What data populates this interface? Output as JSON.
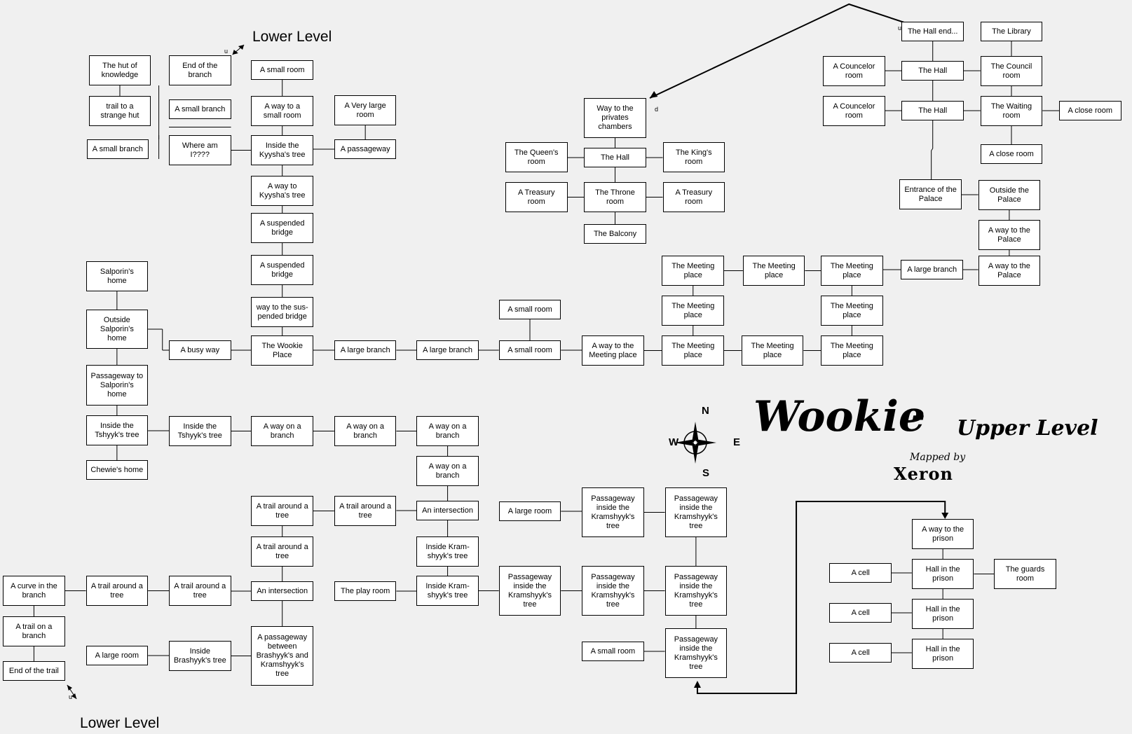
{
  "title": {
    "main": "Wookie",
    "dash": "-",
    "sub": "Upper Level",
    "mapped_by": "Mapped by",
    "author": "Xeron"
  },
  "compass": {
    "n": "N",
    "s": "S",
    "e": "E",
    "w": "W"
  },
  "level_links": {
    "lower_level": "Lower Level",
    "up": "u",
    "down": "d"
  },
  "rooms": {
    "hut_knowledge": "The hut of\nknowledge",
    "end_branch": "End of the\nbranch",
    "small_room_top": "A small room",
    "trail_strange_hut": "trail to a\nstrange hut",
    "small_branch_a": "A small branch",
    "way_small_room": "A way to a\nsmall room",
    "very_large_room": "A Very large\nroom",
    "small_branch_b": "A small branch",
    "where_am_i": "Where am\nI????",
    "inside_kyysha": "Inside the\nKyysha's tree",
    "passageway_top": "A passageway",
    "way_kyysha": "A way to\nKyysha's tree",
    "susp_bridge_1": "A suspended\nbridge",
    "susp_bridge_2": "A suspended\nbridge",
    "way_susp_bridge": "way to the sus-\npended bridge",
    "salporin_home": "Salporin's\nhome",
    "outside_salporin": "Outside\nSalporin's\nhome",
    "busy_way": "A busy way",
    "wookie_place": "The Wookie\nPlace",
    "large_branch_1": "A large branch",
    "large_branch_2": "A large branch",
    "small_room_mid_top": "A small room",
    "small_room_mid": "A small room",
    "way_meeting": "A way to the\nMeeting place",
    "passage_salporin": "Passageway to\nSalporin's\nhome",
    "inside_tshyyk_1": "Inside the\nTshyyk's tree",
    "inside_tshyyk_2": "Inside the\nTshyyk's tree",
    "way_branch_1": "A way on a\nbranch",
    "way_branch_2": "A way on a\nbranch",
    "way_branch_3": "A way on a\nbranch",
    "chewie_home": "Chewie's home",
    "way_branch_4": "A way on a\nbranch",
    "trail_tree_1": "A trail around a\ntree",
    "trail_tree_2": "A trail around a\ntree",
    "intersection_1": "An intersection",
    "trail_tree_3": "A trail around a\ntree",
    "inside_kram_1": "Inside  Kram-\nshyyk's tree",
    "curve_branch": "A curve in the\nbranch",
    "trail_tree_4": "A trail around a\ntree",
    "trail_tree_5": "A trail around a\ntree",
    "intersection_2": "An intersection",
    "play_room": "The play room",
    "inside_kram_2": "Inside  Kram-\nshyyk's tree",
    "trail_branch": "A trail on a\nbranch",
    "end_trail": "End of the trail",
    "large_room_bot": "A large room",
    "inside_brashyyk": "Inside\nBrashyyk's tree",
    "passage_between": "A passageway\nbetween\nBrashyyk's and\nKramshyyk's\ntree",
    "large_room_mid": "A large room",
    "pk_1": "Passageway\ninside the\nKramshyyk's\ntree",
    "pk_2": "Passageway\ninside the\nKramshyyk's\ntree",
    "pk_3": "Passageway\ninside the\nKramshyyk's\ntree",
    "pk_4": "Passageway\ninside the\nKramshyyk's\ntree",
    "pk_5": "Passageway\ninside the\nKramshyyk's\ntree",
    "pk_6": "Passageway\ninside the\nKramshyyk's\ntree",
    "small_room_bot": "A small room",
    "way_privates": "Way to the\nprivates\nchambers",
    "queen_room": "The Queen's\nroom",
    "hall_royal": "The Hall",
    "king_room": "The King's\nroom",
    "treasury_1": "A Treasury\nroom",
    "throne_room": "The Throne\nroom",
    "treasury_2": "A Treasury\nroom",
    "balcony": "The Balcony",
    "meet_1": "The Meeting\nplace",
    "meet_2": "The Meeting\nplace",
    "meet_3": "The Meeting\nplace",
    "large_branch_3": "A large branch",
    "way_palace_1": "A way to the\nPalace",
    "meet_4": "The Meeting\nplace",
    "meet_5": "The Meeting\nplace",
    "meet_6": "The Meeting\nplace",
    "meet_7": "The Meeting\nplace",
    "meet_8": "The Meeting\nplace",
    "hall_end": "The Hall end...",
    "library": "The Library",
    "councelor_1": "A Councelor\nroom",
    "hall_1": "The Hall",
    "council_room": "The Council\nroom",
    "councelor_2": "A Councelor\nroom",
    "hall_2": "The Hall",
    "waiting_room": "The Waiting\nroom",
    "close_room_1": "A close room",
    "close_room_2": "A close room",
    "entrance_palace": "Entrance of the\nPalace",
    "outside_palace": "Outside the\nPalace",
    "way_palace_2": "A way to the\nPalace",
    "way_prison": "A way to the\nprison",
    "cell_1": "A cell",
    "hall_prison_1": "Hall in the\nprison",
    "guards_room": "The guards\nroom",
    "cell_2": "A cell",
    "hall_prison_2": "Hall in the\nprison",
    "cell_3": "A cell",
    "hall_prison_3": "Hall in the\nprison"
  }
}
